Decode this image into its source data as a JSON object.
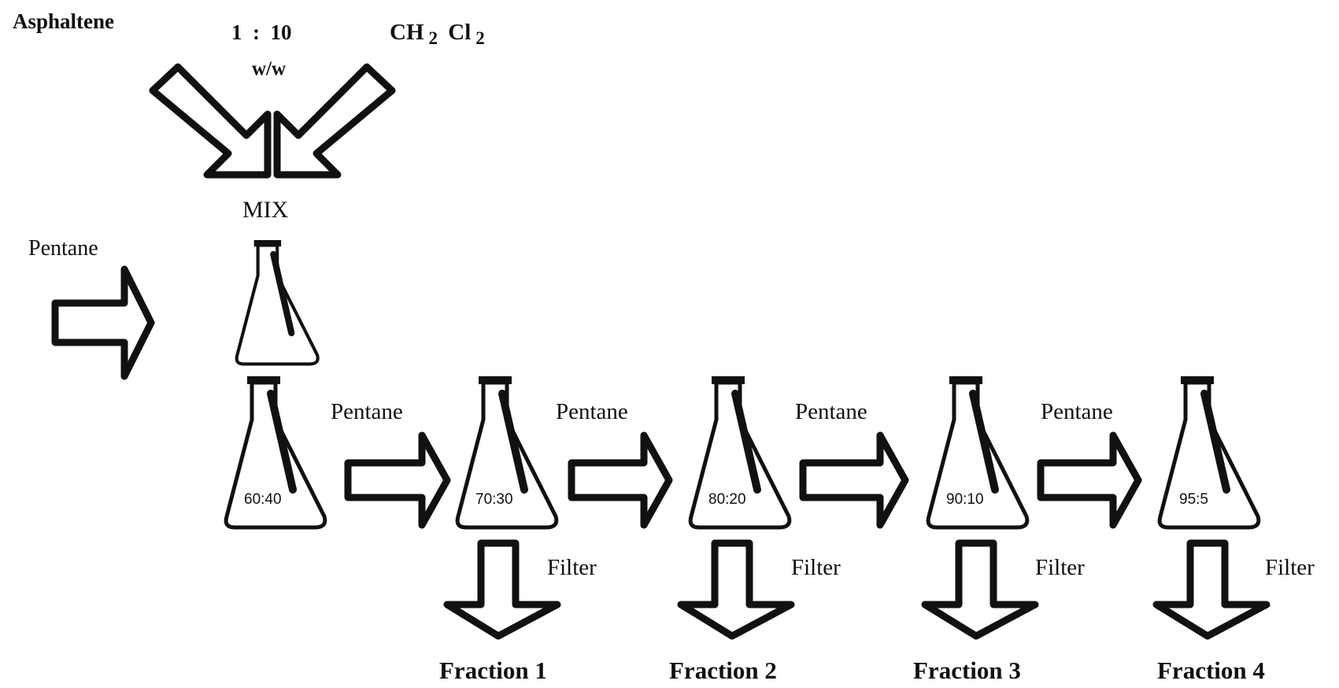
{
  "inputs": {
    "asphaltene": "Asphaltene",
    "ratio": "1  :  10",
    "ratio_unit": "w/w",
    "solvent_main": "CH",
    "solvent_sub1": "2",
    "solvent_mid": " Cl",
    "solvent_sub2": "2"
  },
  "mix_label": "MIX",
  "pentane_label": "Pentane",
  "flasks": [
    {
      "ratio": ""
    },
    {
      "ratio": "60:40"
    },
    {
      "ratio": "70:30"
    },
    {
      "ratio": "80:20"
    },
    {
      "ratio": "90:10"
    },
    {
      "ratio": "95:5"
    }
  ],
  "transfer_labels": [
    "Pentane",
    "Pentane",
    "Pentane",
    "Pentane"
  ],
  "filter_label": "Filter",
  "fractions": [
    "Fraction 1",
    "Fraction 2",
    "Fraction 3",
    "Fraction 4"
  ]
}
